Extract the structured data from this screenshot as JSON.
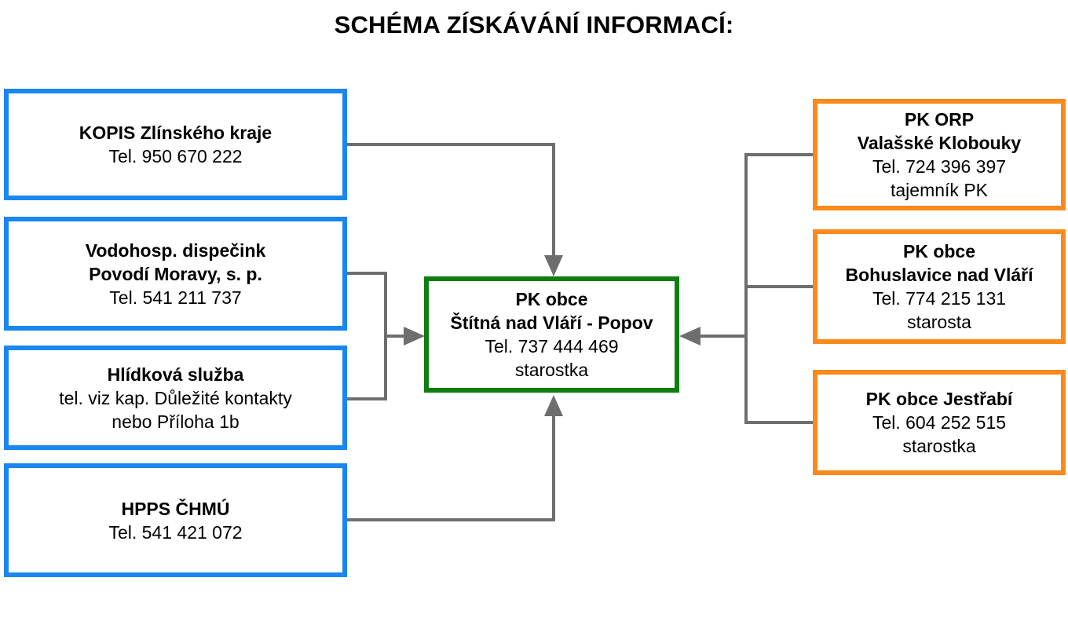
{
  "title": "SCHÉMA ZÍSKÁVÁNÍ INFORMACÍ:",
  "colors": {
    "left_border": "#1a87f0",
    "right_border": "#fa8a1a",
    "center_border": "#0f7d0f",
    "connector": "#6e6e6e"
  },
  "sources_left": [
    {
      "bold": [
        "KOPIS Zlínského kraje"
      ],
      "plain": [
        "Tel. 950 670 222"
      ]
    },
    {
      "bold": [
        "Vodohosp. dispečink",
        "Povodí Moravy, s. p."
      ],
      "plain": [
        "Tel. 541 211 737"
      ]
    },
    {
      "bold": [
        "Hlídková služba"
      ],
      "plain": [
        "tel. viz kap. Důležité kontakty",
        "nebo Příloha 1b"
      ]
    },
    {
      "bold": [
        "HPPS ČHMÚ"
      ],
      "plain": [
        "Tel. 541 421 072"
      ]
    }
  ],
  "center": {
    "bold": [
      "PK obce",
      "Štítná nad Vláří - Popov"
    ],
    "plain": [
      "Tel. 737 444 469",
      "starostka"
    ]
  },
  "sources_right": [
    {
      "bold": [
        "PK ORP",
        "Valašské Klobouky"
      ],
      "plain": [
        "Tel. 724 396 397",
        "tajemník PK"
      ]
    },
    {
      "bold": [
        "PK obce",
        "Bohuslavice nad Vláří"
      ],
      "plain": [
        "Tel. 774 215 131",
        "starosta"
      ]
    },
    {
      "bold": [
        "PK obce Jestřabí"
      ],
      "plain": [
        "Tel. 604 252 515",
        "starostka"
      ]
    }
  ]
}
